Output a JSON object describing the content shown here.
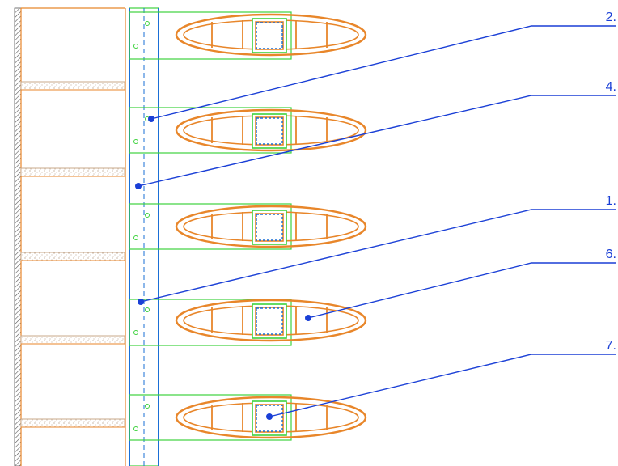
{
  "callouts": [
    {
      "label": "2."
    },
    {
      "label": "4."
    },
    {
      "label": "1."
    },
    {
      "label": "6."
    },
    {
      "label": "7."
    }
  ],
  "colors": {
    "callout": "#1a3fd6",
    "label_text": "#1a3fd6",
    "louvre": "#e8862a",
    "bracket": "#3ed23e",
    "post_outline": "#1a6fd6",
    "wall_hatch": "#555555",
    "slab": "#c8a88a",
    "background": "#ffffff"
  }
}
